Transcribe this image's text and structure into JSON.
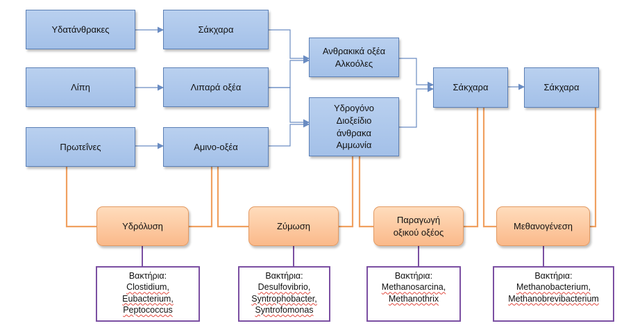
{
  "nodes": {
    "carbohydrates": "Υδατάνθρακες",
    "sugars_1": "Σάκχαρα",
    "lipids": "Λίπη",
    "fatty_acids": "Λιπαρά οξέα",
    "proteins": "Πρωτεΐνες",
    "amino_acids": "Αμινο-οξέα",
    "carbonic_alcohols": [
      "Ανθρακικά οξέα",
      "Αλκοόλες"
    ],
    "hydrogen_group": [
      "Υδρογόνο",
      "Διοξείδιο",
      "άνθρακα",
      "Αμμωνία"
    ],
    "sugars_2": "Σάκχαρα",
    "sugars_3": "Σάκχαρα"
  },
  "stages": {
    "hydrolysis": "Υδρόλυση",
    "fermentation": "Ζύμωση",
    "acetic": [
      "Παραγωγή",
      "οξικού οξέος"
    ],
    "methanogenesis": "Μεθανογένεση"
  },
  "bacteria": {
    "hydrolysis": {
      "title": "Βακτήρια:",
      "items": [
        "Clostidium,",
        "Eubacterium,",
        "Peptococcus"
      ]
    },
    "fermentation": {
      "title": "Βακτήρια:",
      "items": [
        "Desulfovibrio,",
        "Syntrophobacter,",
        "Syntrofomonas"
      ]
    },
    "acetic": {
      "title": "Βακτήρια:",
      "items": [
        "Methanosarcina,",
        "Methanothrix"
      ]
    },
    "methanogenesis": {
      "title": "Βακτήρια:",
      "items": [
        "Methanobacterium,",
        "Methanobrevibacterium"
      ]
    }
  },
  "colors": {
    "blue_fill": "#a9c5ec",
    "blue_border": "#5b7fb5",
    "arrow": "#6a8cc2",
    "orange_fill": "#fbc69a",
    "orange_line": "#f0a060",
    "purple_border": "#7b4fa2"
  }
}
